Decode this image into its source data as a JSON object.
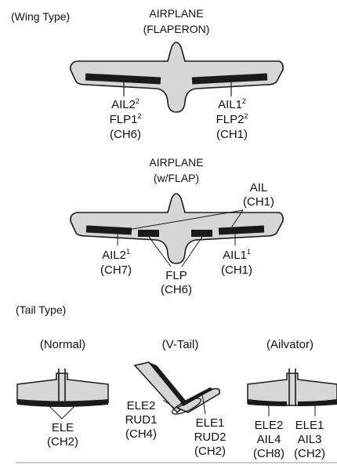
{
  "sections": {
    "wing_type": "(Wing Type)",
    "tail_type": "(Tail Type)"
  },
  "flaperon": {
    "title_line1": "AIRPLANE",
    "title_line2": "(FLAPERON)",
    "left_line1": "AIL2",
    "left_line1_sup": "2",
    "left_line2": "FLP1",
    "left_line2_sup": "2",
    "left_line3": "(CH6)",
    "right_line1": "AIL1",
    "right_line1_sup": "2",
    "right_line2": "FLP2",
    "right_line2_sup": "2",
    "right_line3": "(CH1)"
  },
  "wflap": {
    "title_line1": "AIRPLANE",
    "title_line2": "(w/FLAP)",
    "ail_top_line1": "AIL",
    "ail_top_line2": "(CH1)",
    "left_line1": "AIL2",
    "left_line1_sup": "1",
    "left_line2": "(CH7)",
    "right_line1": "AIL1",
    "right_line1_sup": "1",
    "right_line2": "(CH1)",
    "flp_line1": "FLP",
    "flp_line2": "(CH6)"
  },
  "normal": {
    "title": "(Normal)",
    "ele_line1": "ELE",
    "ele_line2": "(CH2)"
  },
  "vtail": {
    "title": "(V-Tail)",
    "left_line1": "ELE2",
    "left_line2": "RUD1",
    "left_line3": "(CH4)",
    "right_line1": "ELE1",
    "right_line2": "RUD2",
    "right_line3": "(CH2)"
  },
  "ailvator": {
    "title": "(Ailvator)",
    "left_line1": "ELE2",
    "left_line2": "AIL4",
    "left_line3": "(CH8)",
    "right_line1": "ELE1",
    "right_line2": "AIL3",
    "right_line3": "(CH2)"
  }
}
